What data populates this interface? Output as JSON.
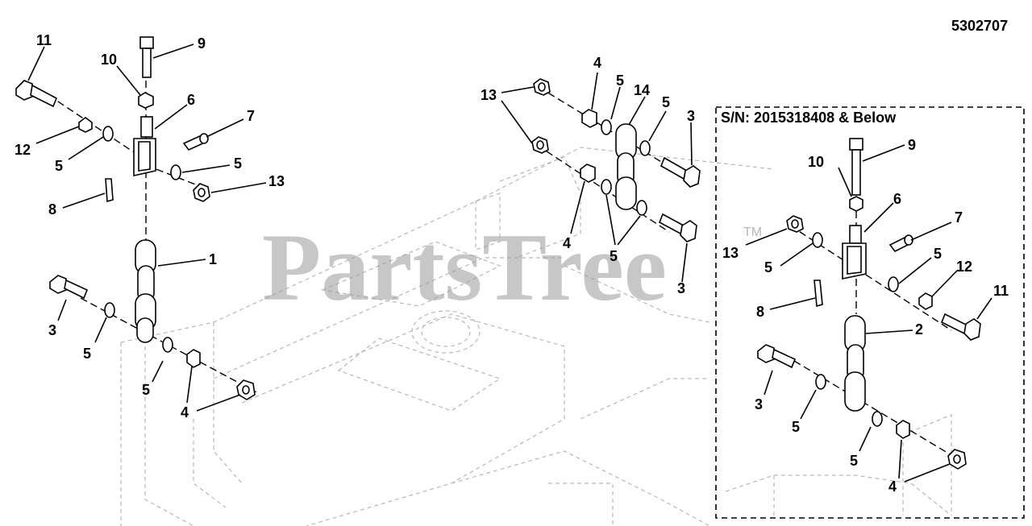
{
  "document_number": "5302707",
  "watermark": "PartsTree",
  "watermark_tm": "TM",
  "inset_label": "S/N: 2015318408 & Below",
  "callouts_left": [
    "11",
    "9",
    "10",
    "6",
    "7",
    "12",
    "5",
    "5",
    "13",
    "8",
    "1",
    "3",
    "5",
    "5",
    "4"
  ],
  "callouts_middle": [
    "4",
    "5",
    "14",
    "5",
    "13",
    "3",
    "4",
    "5",
    "3"
  ],
  "callouts_inset": [
    "10",
    "9",
    "6",
    "7",
    "13",
    "5",
    "5",
    "12",
    "11",
    "8",
    "2",
    "3",
    "5",
    "5",
    "4"
  ]
}
